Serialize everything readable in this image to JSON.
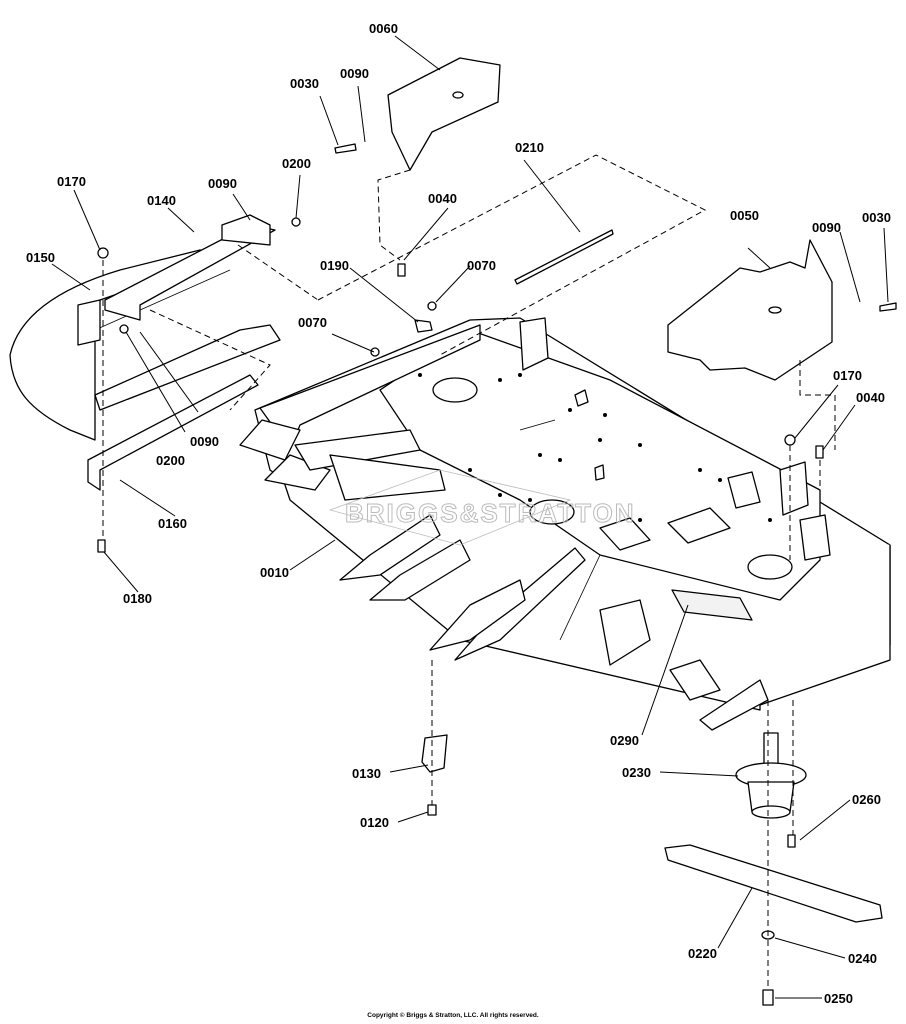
{
  "callouts": {
    "c0010": "0010",
    "c0030a": "0030",
    "c0030b": "0030",
    "c0040a": "0040",
    "c0040b": "0040",
    "c0050": "0050",
    "c0060": "0060",
    "c0070a": "0070",
    "c0070b": "0070",
    "c0090a": "0090",
    "c0090b": "0090",
    "c0090c": "0090",
    "c0090d": "0090",
    "c0120": "0120",
    "c0130": "0130",
    "c0140": "0140",
    "c0150": "0150",
    "c0160": "0160",
    "c0170a": "0170",
    "c0170b": "0170",
    "c0180": "0180",
    "c0190": "0190",
    "c0200a": "0200",
    "c0200b": "0200",
    "c0210": "0210",
    "c0220": "0220",
    "c0230": "0230",
    "c0240": "0240",
    "c0250": "0250",
    "c0260": "0260",
    "c0290": "0290"
  },
  "watermark": "BRIGGS&STRATTON",
  "copyright": "Copyright © Briggs & Stratton, LLC. All rights reserved."
}
